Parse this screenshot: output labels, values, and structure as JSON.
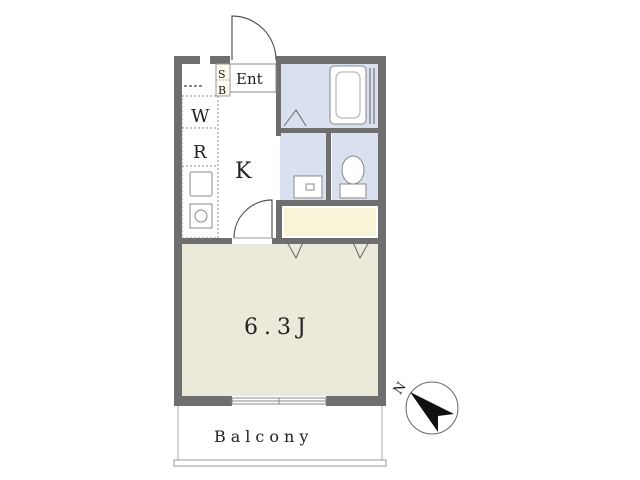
{
  "rooms": {
    "entrance": "Ent",
    "shoe_box": "S\nB",
    "shoe_box_s": "S",
    "shoe_box_b": "B",
    "washer": "W",
    "fridge": "R",
    "kitchen": "K",
    "main_room": "6.3J",
    "main_room_digit1": "6",
    "main_room_digit2": ".",
    "main_room_digit3": "3",
    "main_room_unit": "J",
    "balcony": "Balcony"
  },
  "compass": {
    "north_label": "N"
  },
  "colors": {
    "wall": "#6e6e6e",
    "main_room_floor": "#ebe9da",
    "wet_area_floor": "#d9e1f0",
    "closet_floor": "#f7f4d8",
    "background": "#ffffff"
  }
}
